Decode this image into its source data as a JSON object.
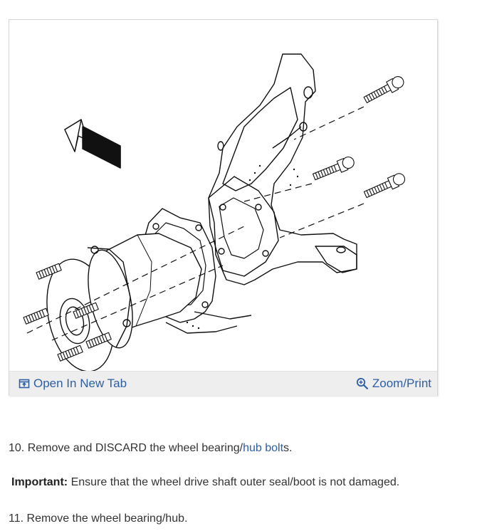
{
  "figure": {
    "open_tab_label": "Open In New Tab",
    "zoom_label": "Zoom/Print",
    "icons": {
      "open": "open-in-new-tab-icon",
      "zoom": "zoom-in-icon"
    }
  },
  "steps": [
    {
      "number": "10.",
      "before": "Remove and DISCARD the wheel bearing/",
      "link": "hub bolt",
      "after": "s."
    },
    {
      "number": "11.",
      "text": "Remove the wheel bearing/hub."
    }
  ],
  "note": {
    "label": "Important:",
    "text": "Ensure that the wheel drive shaft outer seal/boot is not damaged."
  },
  "colors": {
    "link": "#2e5fa3",
    "toolbar": "#eeeeee",
    "text": "#333333"
  }
}
